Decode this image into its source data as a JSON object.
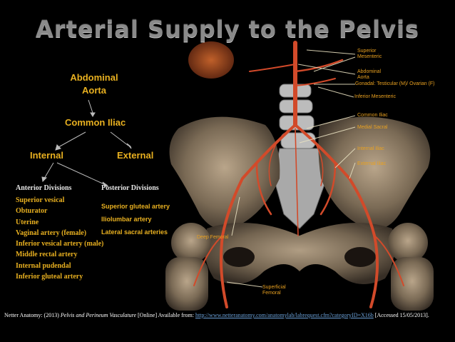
{
  "slide": {
    "title": "Arterial Supply to the Pelvis",
    "hierarchy": {
      "abdominal_aorta": "Abdominal Aorta",
      "common_iliac": "Common Iliac",
      "internal": "Internal",
      "external": "External"
    },
    "anterior": {
      "heading": "Anterior Divisions",
      "items": [
        "Superior vesical",
        "Obturator",
        "Uterine",
        "Vaginal artery (female)",
        "Inferior vesical artery (male)",
        "Middle rectal artery",
        "Internal pudendal",
        "Inferior gluteal artery"
      ]
    },
    "posterior": {
      "heading": "Posterior Divisions",
      "items": [
        "Superior gluteal artery",
        "Iliolumbar artery",
        "Lateral sacral arteries"
      ]
    },
    "image_labels": {
      "superior_mesenteric": "Superior Mesenteric",
      "abdominal_aorta": "Abdominal Aorta",
      "gonadal": "Gonadal: Testicular (M)/ Ovarian (F)",
      "inferior_mesenteric": "Inferior Mesenteric",
      "common_iliac": "Common Iliac",
      "medial_sacral": "Medial Sacral",
      "internal_iliac": "Internal Iliac",
      "external_iliac": "External Iliac",
      "deep_femoral": "Deep Femoral",
      "superficial_femoral": "Superficial Femoral"
    },
    "citation": {
      "text_start": "Netter Anatomy: (2013) ",
      "italic": "Pelvis and Perineum Vasculature",
      "text_mid": " [Online] Available from: ",
      "link": "http://www.netteranatomy.com/anatomylab/labrequest.cfm?categoryID=X16b",
      "text_end": " [Accessed 15/05/2013]."
    }
  }
}
